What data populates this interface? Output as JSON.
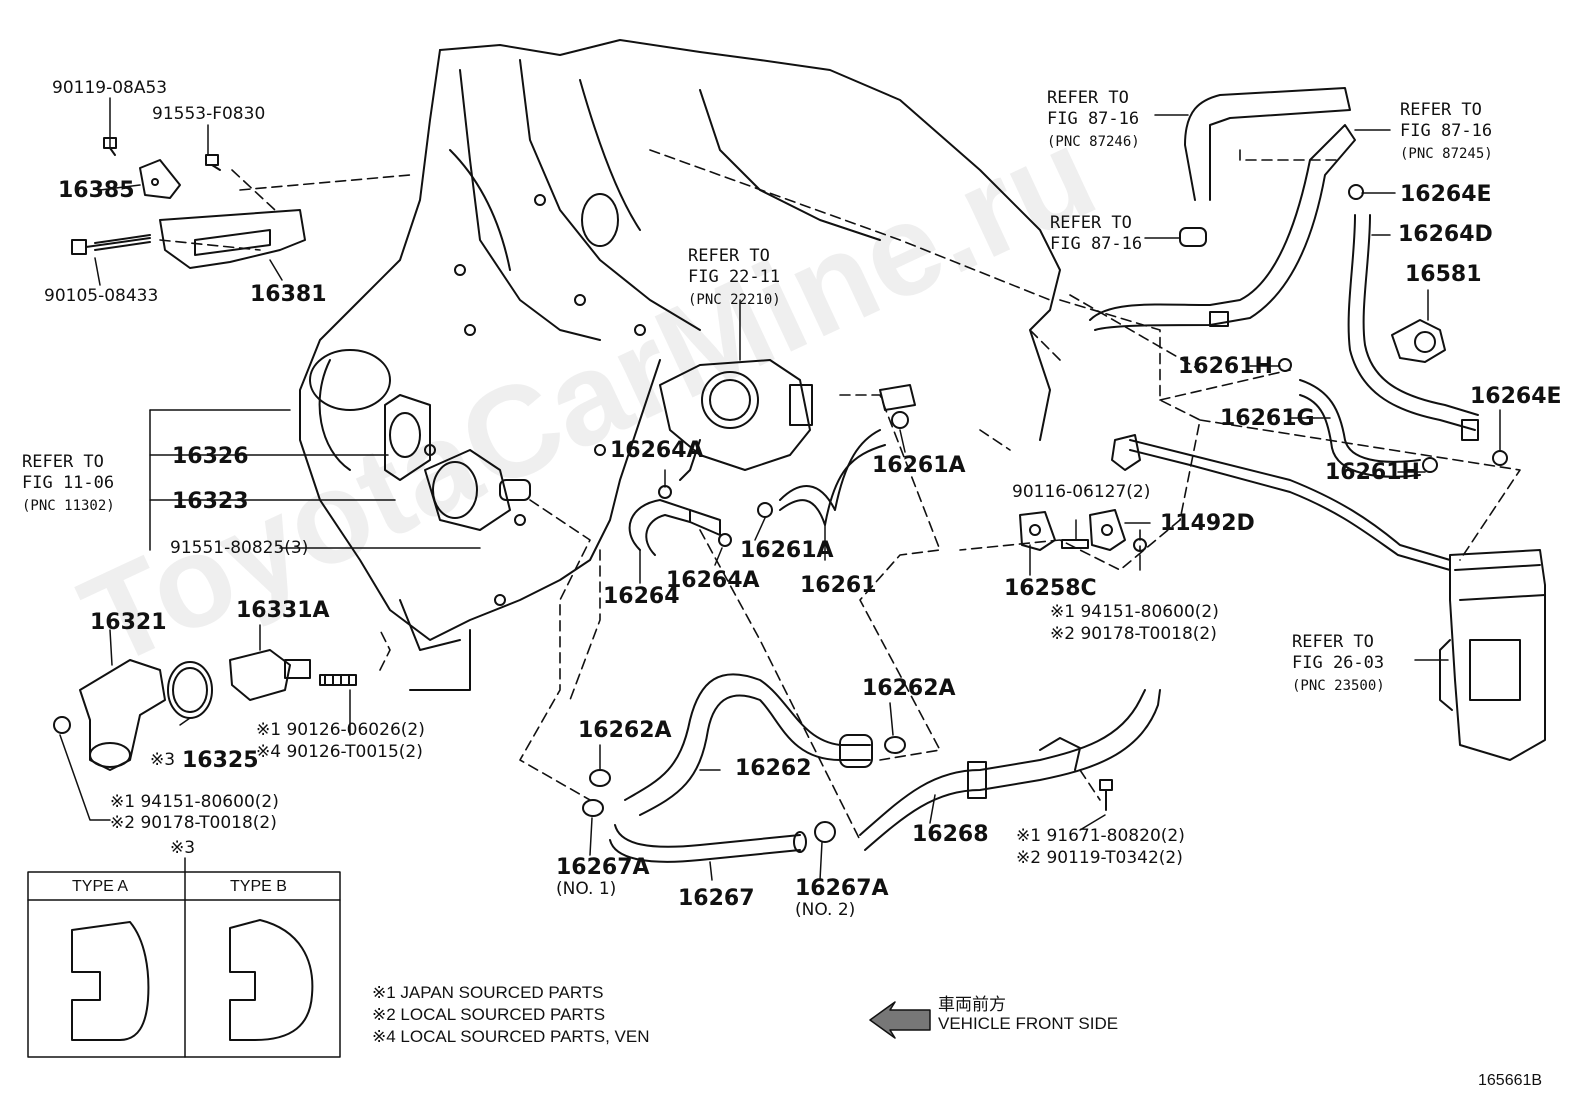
{
  "watermark": "ToyotaCarMine.ru",
  "parts": {
    "p1": "90119-08A53",
    "p2": "91553-F0830",
    "p3": "16385",
    "p4": "90105-08433",
    "p5": "16381",
    "p6": "16326",
    "p7": "16323",
    "p8": "91551-80825(3)",
    "p9": "16321",
    "p10": "16331A",
    "p11": "16325",
    "p12": "16264A",
    "p13": "16264A",
    "p14": "16264",
    "p15": "16261A",
    "p16": "16261A",
    "p17": "16261",
    "p18": "90116-06127(2)",
    "p19": "11492D",
    "p20": "16258C",
    "p21": "16262A",
    "p22": "16262A",
    "p23": "16262",
    "p24": "16267A",
    "p25": "16267",
    "p26": "16267A",
    "p27": "16268",
    "p28": "16264E",
    "p29": "16264D",
    "p30": "16581",
    "p31": "16261H",
    "p32": "16261G",
    "p33": "16261H",
    "p34": "16264E"
  },
  "subs": {
    "s1": "(NO. 1)",
    "s2": "(NO. 2)",
    "s3": "※3",
    "s4": "※3",
    "s5": "※1 90126-06026(2)",
    "s6": "※4 90126-T0015(2)",
    "s7": "※1 94151-80600(2)",
    "s8": "※2 90178-T0018(2)",
    "s9": "※1 94151-80600(2)",
    "s10": "※2 90178-T0018(2)",
    "s11": "※1 91671-80820(2)",
    "s12": "※2 90119-T0342(2)"
  },
  "refs": {
    "r1": {
      "line1": "REFER TO",
      "line2": "FIG 11-06",
      "pnc": "(PNC 11302)"
    },
    "r2": {
      "line1": "REFER TO",
      "line2": "FIG 22-11",
      "pnc": "(PNC 22210)"
    },
    "r3": {
      "line1": "REFER TO",
      "line2": "FIG 87-16",
      "pnc": "(PNC 87246)"
    },
    "r4": {
      "line1": "REFER TO",
      "line2": "FIG 87-16",
      "pnc": "(PNC 87245)"
    },
    "r5": {
      "line1": "REFER TO",
      "line2": "FIG 87-16",
      "pnc": ""
    },
    "r6": {
      "line1": "REFER TO",
      "line2": "FIG 26-03",
      "pnc": "(PNC 23500)"
    }
  },
  "types": {
    "a": "TYPE A",
    "b": "TYPE B"
  },
  "legend": [
    "※1 JAPAN SOURCED PARTS",
    "※2 LOCAL SOURCED PARTS",
    "※4 LOCAL SOURCED PARTS, VEN"
  ],
  "direction": {
    "jp": "車両前方",
    "en": "VEHICLE FRONT SIDE"
  },
  "figure_id": "165661B"
}
